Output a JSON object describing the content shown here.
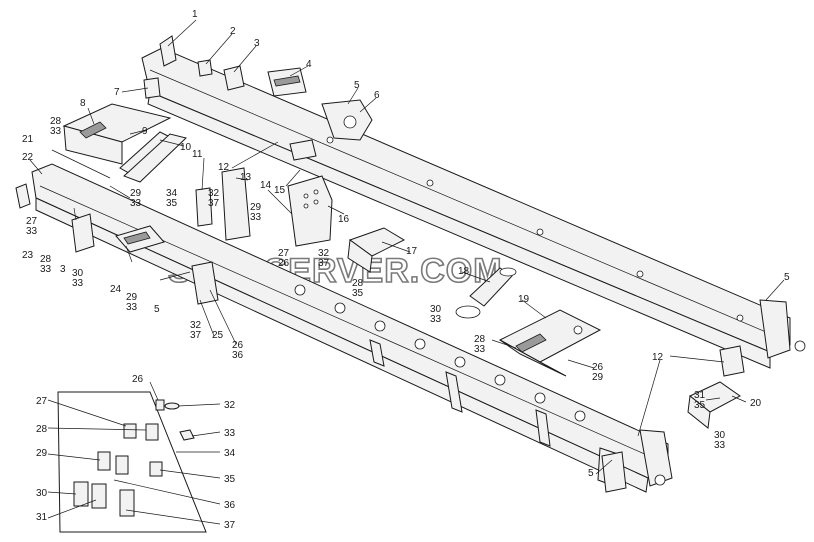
{
  "diagram": {
    "watermark": "SPECSERVER.COM",
    "callouts": {
      "c1": "1",
      "c2": "2",
      "c3": "3",
      "c4": "4",
      "c5a": "5",
      "c6": "6",
      "c7": "7",
      "c8": "8",
      "c28a": "28",
      "c33a": "33",
      "c9": "9",
      "c10": "10",
      "c21": "21",
      "c22": "22",
      "c27a": "27",
      "c33b": "33",
      "c29a": "29",
      "c33c": "33",
      "c11": "11",
      "c12a": "12",
      "c13": "13",
      "c34a": "34",
      "c35a": "35",
      "c32a": "32",
      "c37a": "37",
      "c14": "14",
      "c15": "15",
      "c29b": "29",
      "c33d": "33",
      "c16": "16",
      "c27b": "27",
      "c26a": "26",
      "c32b": "32",
      "c37b": "37",
      "c23": "23",
      "c28b": "28",
      "c33e": "33",
      "c3b": "3",
      "c30a": "30",
      "c33f": "33",
      "c24": "24",
      "c5b": "5",
      "c29c": "29",
      "c33g": "33",
      "c32c": "32",
      "c37c": "37",
      "c25": "25",
      "c26b": "26",
      "c36a": "36",
      "c17": "17",
      "c28c": "28",
      "c35b": "35",
      "c18": "18",
      "c30b": "30",
      "c33h": "33",
      "c19": "19",
      "c28d": "28",
      "c33i": "33",
      "c26c": "26",
      "c29d": "29",
      "c5c": "5",
      "c12b": "12",
      "c31a": "31",
      "c35c": "35",
      "c20": "20",
      "c30c": "30",
      "c33j": "33",
      "c5d": "5",
      "k26": "26",
      "k32": "32",
      "k27": "27",
      "k28": "28",
      "k33": "33",
      "k34": "34",
      "k29": "29",
      "k35": "35",
      "k30": "30",
      "k36": "36",
      "k31": "31",
      "k37": "37"
    }
  }
}
